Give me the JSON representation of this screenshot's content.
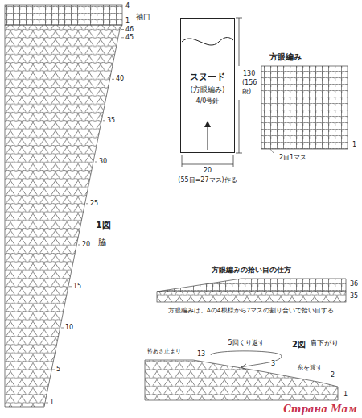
{
  "diagram": {
    "nodes": [
      {
        "text": [
          "スヌード",
          "(方眼編み)",
          "4/0号針"
        ]
      }
    ],
    "labels": [
      "4",
      "袖口",
      "1",
      "46",
      "45",
      "40",
      "35",
      "30",
      "25",
      "20",
      "15",
      "10",
      "5",
      "1",
      "1図",
      "脇",
      "130",
      "(156",
      "段)",
      "20",
      "(55目=27マス)作る",
      "方眼編み",
      "1",
      "2目1マス",
      "方眼編みの拾い目の仕方",
      "36",
      "35",
      "方眼編みは、Aの4模様から7マスの割り合いで拾い目する",
      "衿あき止まり",
      "13",
      "5回くり返す",
      "2図",
      "肩下がり",
      "3",
      "糸を渡す",
      "2",
      "1",
      "Страна Мам"
    ]
  }
}
